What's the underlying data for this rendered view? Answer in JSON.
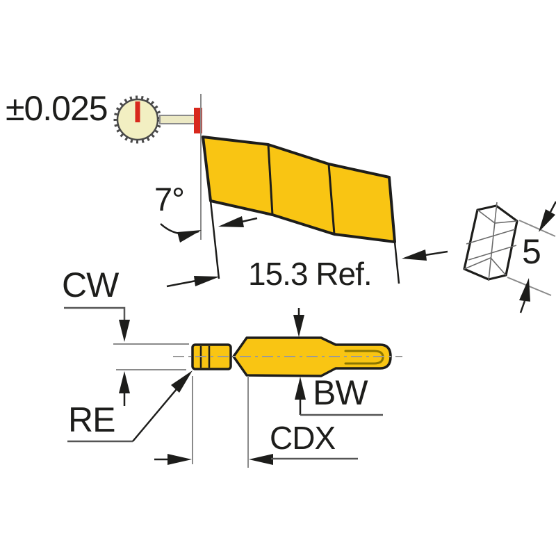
{
  "labels": {
    "tolerance": "±0.025",
    "angle": "7°",
    "length_ref": "15.3 Ref.",
    "section_width": "5",
    "cw": "CW",
    "re": "RE",
    "bw": "BW",
    "cdx": "CDX"
  },
  "icons": {
    "dial_indicator": "dial-indicator-icon"
  },
  "colors": {
    "insert-yellow": "#f9c513",
    "outline-dark": "#1d1d1b",
    "dial-face": "#f2efc2",
    "indicator-red": "#d8281c",
    "extension-gray": "#8a8a8a",
    "leader-gray": "#555555",
    "inner-contour": "#8a7500"
  }
}
